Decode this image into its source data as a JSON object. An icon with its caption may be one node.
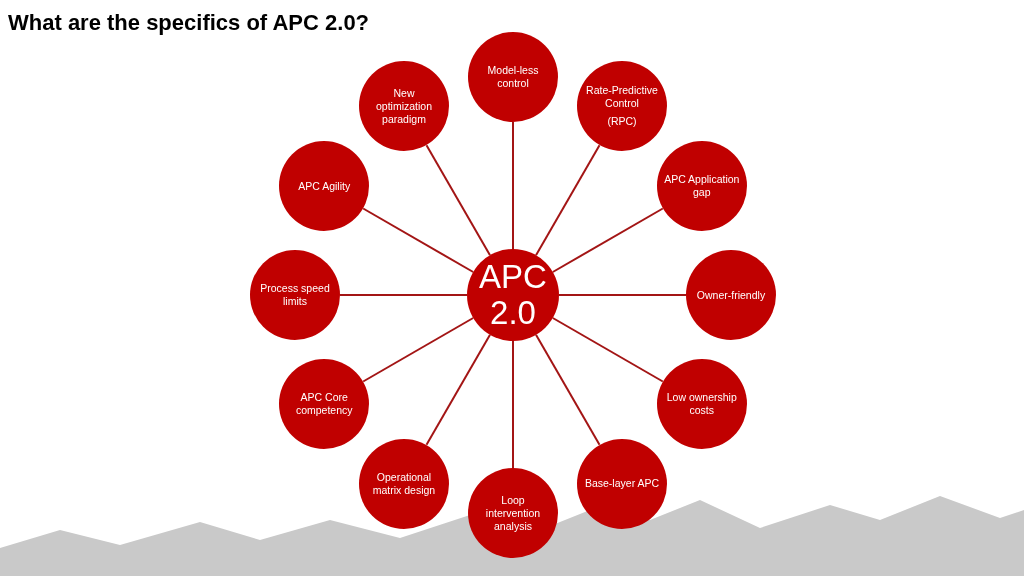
{
  "diagram": {
    "title": "What are the specifics of APC 2.0?",
    "nodes": [
      {
        "text": [
          "APC 2.0"
        ]
      },
      {
        "text": [
          "Model-less control"
        ]
      },
      {
        "text": [
          "Rate-Predictive Control",
          "(RPC)"
        ]
      },
      {
        "text": [
          "APC Application gap"
        ]
      },
      {
        "text": [
          "Owner-friendly"
        ]
      },
      {
        "text": [
          "Low ownership costs"
        ]
      },
      {
        "text": [
          "Base-layer APC"
        ]
      },
      {
        "text": [
          "Loop intervention analysis"
        ]
      },
      {
        "text": [
          "Operational matrix design"
        ]
      },
      {
        "text": [
          "APC Core competency"
        ]
      },
      {
        "text": [
          "Process speed limits"
        ]
      },
      {
        "text": [
          "APC Agility"
        ]
      },
      {
        "text": [
          "New optimization paradigm"
        ]
      }
    ],
    "edges": [
      {
        "from": 0,
        "to": 1,
        "arrow": "none"
      },
      {
        "from": 0,
        "to": 2,
        "arrow": "none"
      },
      {
        "from": 0,
        "to": 3,
        "arrow": "none"
      },
      {
        "from": 0,
        "to": 4,
        "arrow": "none"
      },
      {
        "from": 0,
        "to": 5,
        "arrow": "none"
      },
      {
        "from": 0,
        "to": 6,
        "arrow": "none"
      },
      {
        "from": 0,
        "to": 7,
        "arrow": "none"
      },
      {
        "from": 0,
        "to": 8,
        "arrow": "none"
      },
      {
        "from": 0,
        "to": 9,
        "arrow": "none"
      },
      {
        "from": 0,
        "to": 10,
        "arrow": "none"
      },
      {
        "from": 0,
        "to": 11,
        "arrow": "none"
      },
      {
        "from": 0,
        "to": 12,
        "arrow": "none"
      }
    ]
  }
}
